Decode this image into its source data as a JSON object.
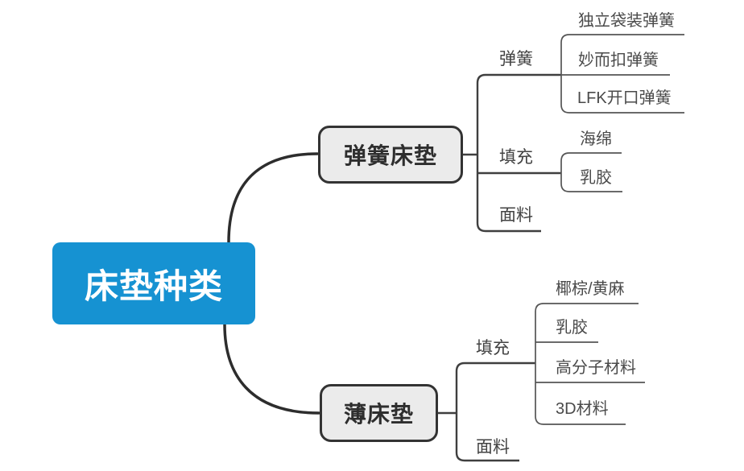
{
  "root": {
    "label": "床垫种类"
  },
  "colors": {
    "root_bg": "#1692d2",
    "root_text": "#ffffff",
    "branch_bg": "#ebebeb",
    "branch_border": "#333333",
    "line_main": "#2d2d2d",
    "line_sub": "#3f3f3f",
    "line_leaf": "#555555"
  },
  "branches": [
    {
      "label": "弹簧床垫",
      "children": [
        {
          "label": "弹簧",
          "children": [
            {
              "label": "独立袋装弹簧"
            },
            {
              "label": "妙而扣弹簧"
            },
            {
              "label": "LFK开口弹簧"
            }
          ]
        },
        {
          "label": "填充",
          "children": [
            {
              "label": "海绵"
            },
            {
              "label": "乳胶"
            }
          ]
        },
        {
          "label": "面料",
          "children": []
        }
      ]
    },
    {
      "label": "薄床垫",
      "children": [
        {
          "label": "填充",
          "children": [
            {
              "label": "椰棕/黄麻"
            },
            {
              "label": "乳胶"
            },
            {
              "label": "高分子材料"
            },
            {
              "label": "3D材料"
            }
          ]
        },
        {
          "label": "面料",
          "children": []
        }
      ]
    }
  ]
}
